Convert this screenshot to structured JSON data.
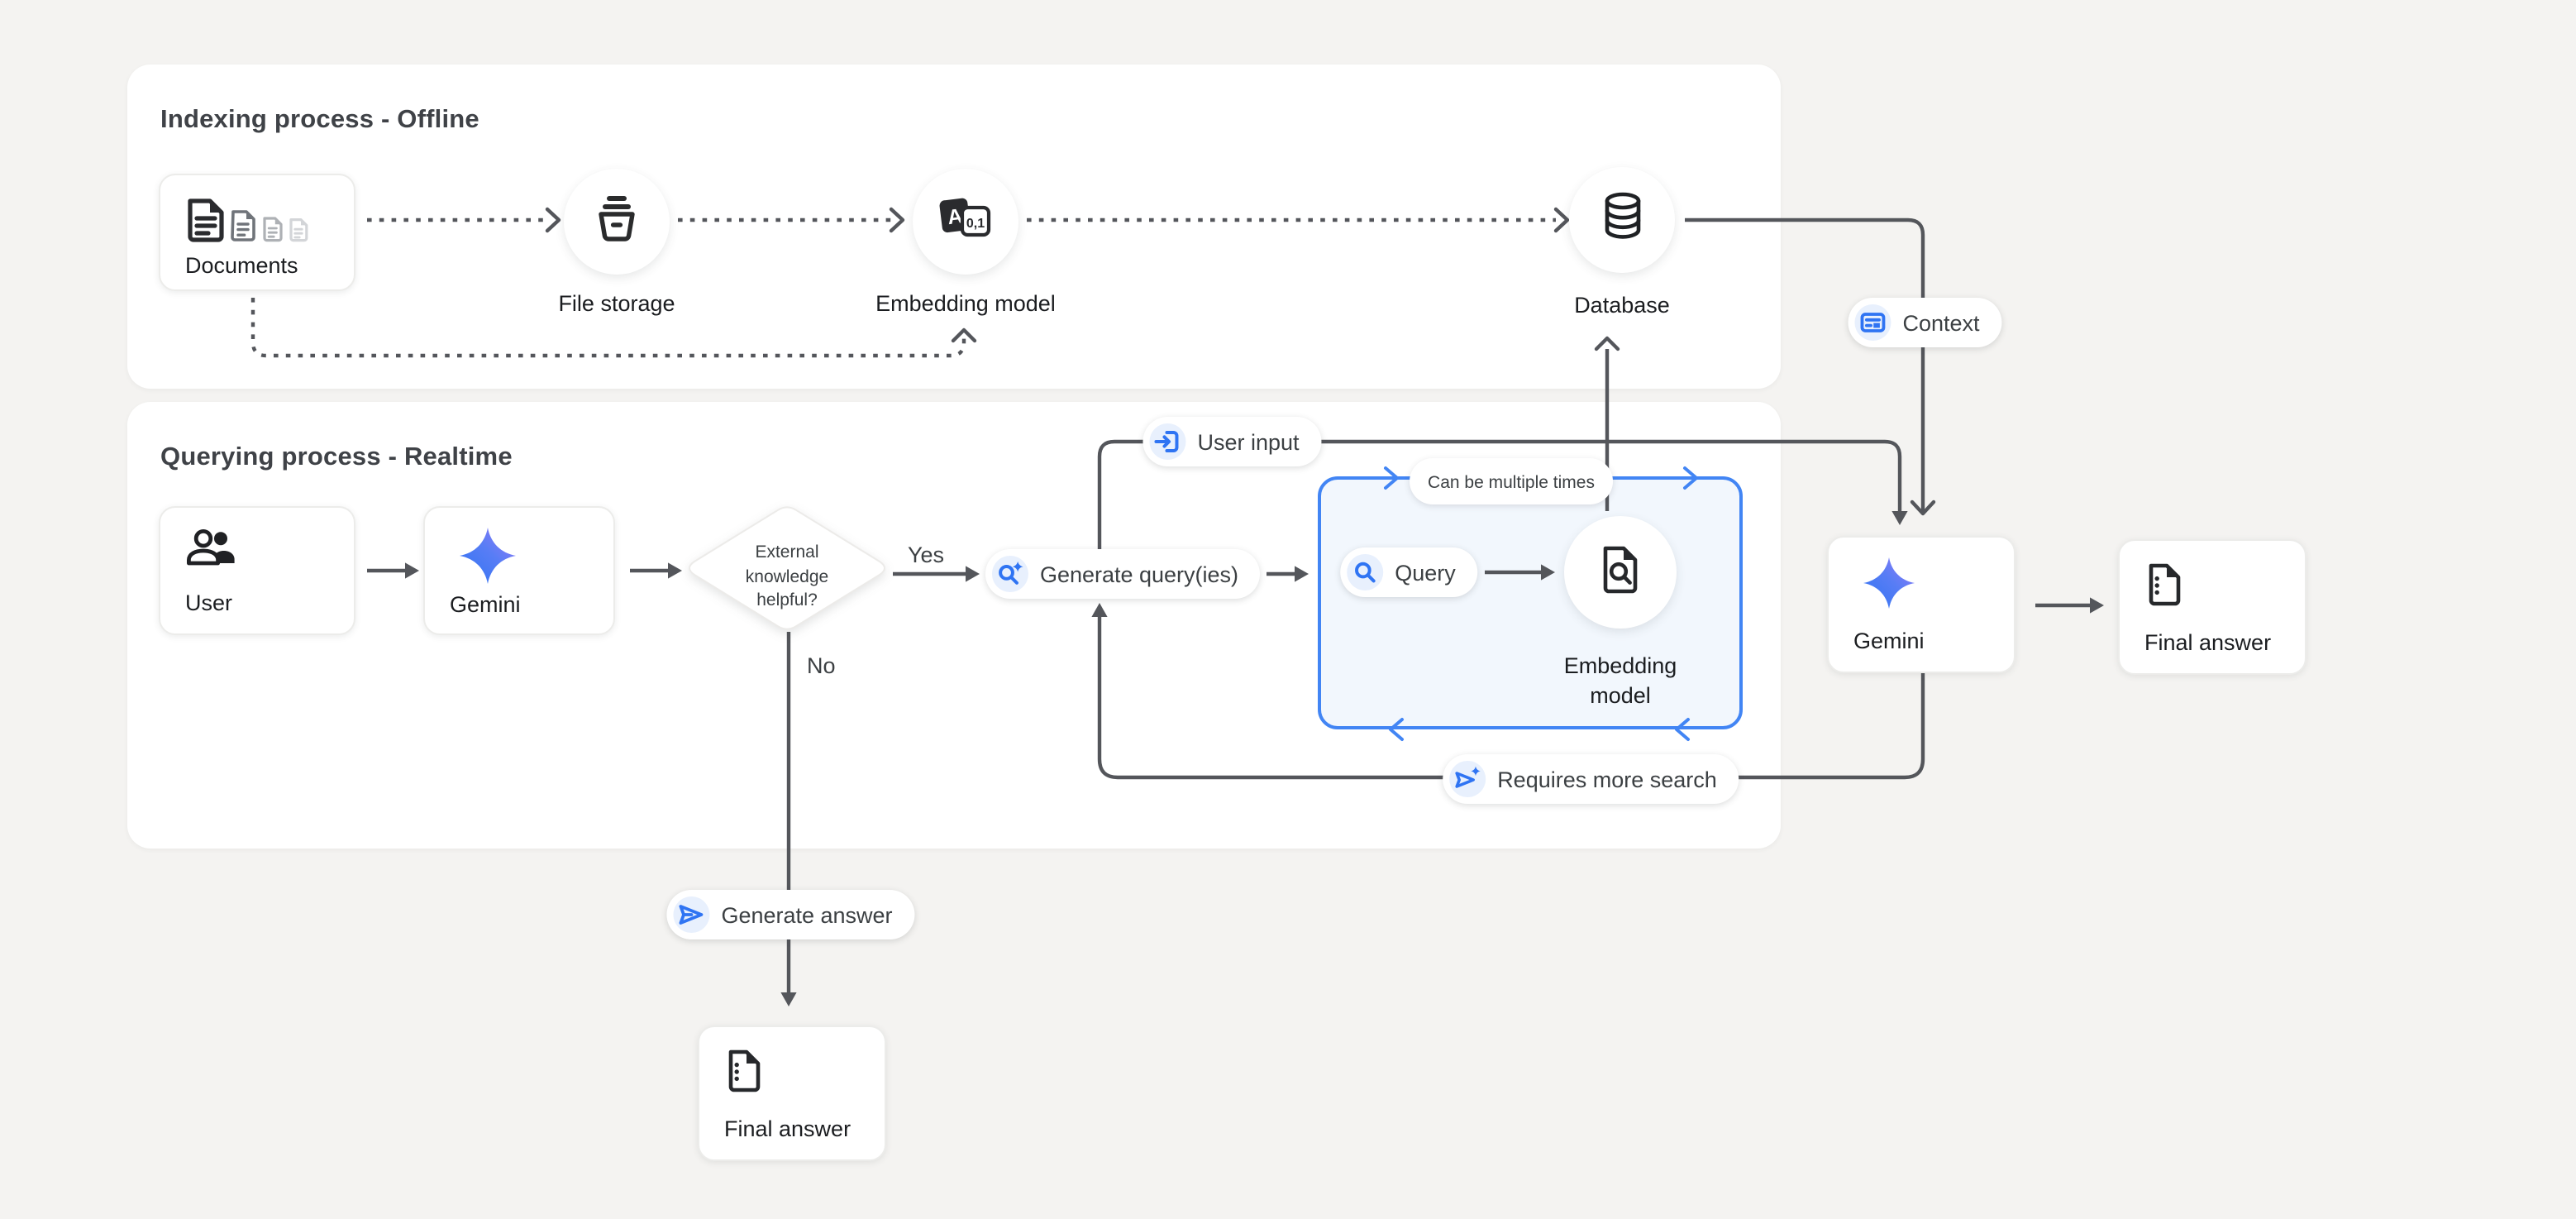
{
  "colors": {
    "background": "#f4f3f1",
    "accent_blue": "#4285f4",
    "line": "#54565b",
    "light_blue_fill": "#f2f7fd",
    "icon_bubble": "#e8f0fd",
    "gemini_gradient_start": "#3178f6",
    "gemini_gradient_end": "#9a7bf7"
  },
  "panels": {
    "indexing": {
      "title": "Indexing process - Offline"
    },
    "querying": {
      "title": "Querying process - Realtime"
    }
  },
  "nodes": {
    "documents": {
      "label": "Documents",
      "icon": "documents-stack-icon"
    },
    "file_storage": {
      "label": "File storage",
      "icon": "storage-bucket-icon"
    },
    "embedding_model_indexing": {
      "label": "Embedding model",
      "icon": "text-to-numbers-icon"
    },
    "database": {
      "label": "Database",
      "icon": "database-cylinder-icon"
    },
    "user": {
      "label": "User",
      "icon": "people-icon"
    },
    "gemini": {
      "label": "Gemini",
      "icon": "gemini-star-icon"
    },
    "decision": {
      "line1": "External",
      "line2": "knowledge",
      "line3": "helpful?"
    },
    "embedding_model_querying": {
      "line1": "Embedding",
      "line2": "model",
      "icon": "document-search-icon"
    },
    "gemini_right": {
      "label": "Gemini",
      "icon": "gemini-star-icon"
    },
    "final_answer_right": {
      "label": "Final answer",
      "icon": "answer-document-icon"
    },
    "final_answer_bottom": {
      "label": "Final answer",
      "icon": "answer-document-icon"
    }
  },
  "labels": {
    "yes": "Yes",
    "no": "No",
    "can_be_multiple_times": "Can be multiple times"
  },
  "pills": {
    "user_input": {
      "label": "User input",
      "icon": "input-icon"
    },
    "context": {
      "label": "Context",
      "icon": "article-icon"
    },
    "generate_queries": {
      "label": "Generate query(ies)",
      "icon": "search-sparkle-icon"
    },
    "query": {
      "label": "Query",
      "icon": "search-icon"
    },
    "requires_more_search": {
      "label": "Requires more search",
      "icon": "send-sparkle-icon"
    },
    "generate_answer": {
      "label": "Generate answer",
      "icon": "send-icon"
    }
  }
}
